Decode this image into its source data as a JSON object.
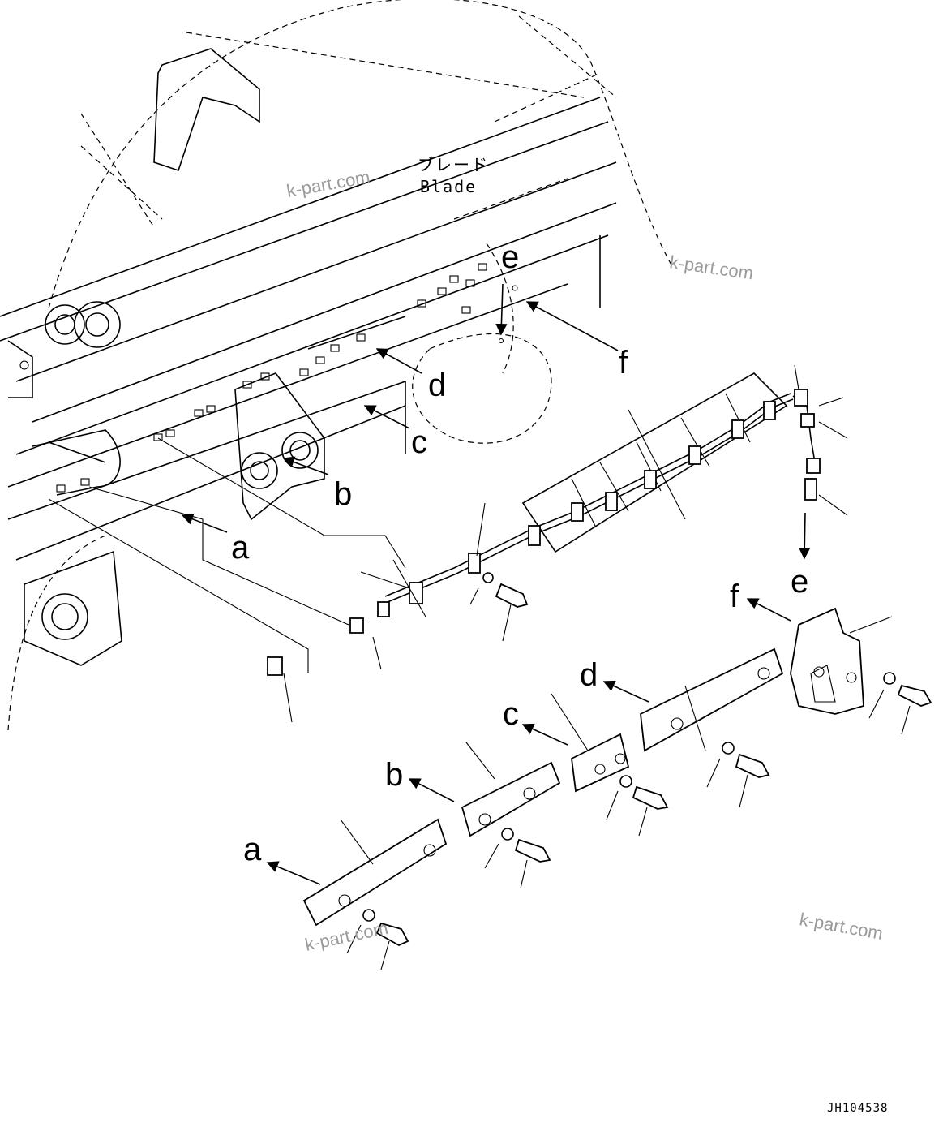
{
  "diagram": {
    "title_jp": "ブレード",
    "title_en": "Blade",
    "watermark": "k-part.com",
    "drawing_code": "JH104538",
    "letters": {
      "a": "a",
      "b": "b",
      "c": "c",
      "d": "d",
      "e": "e",
      "f": "f"
    }
  }
}
